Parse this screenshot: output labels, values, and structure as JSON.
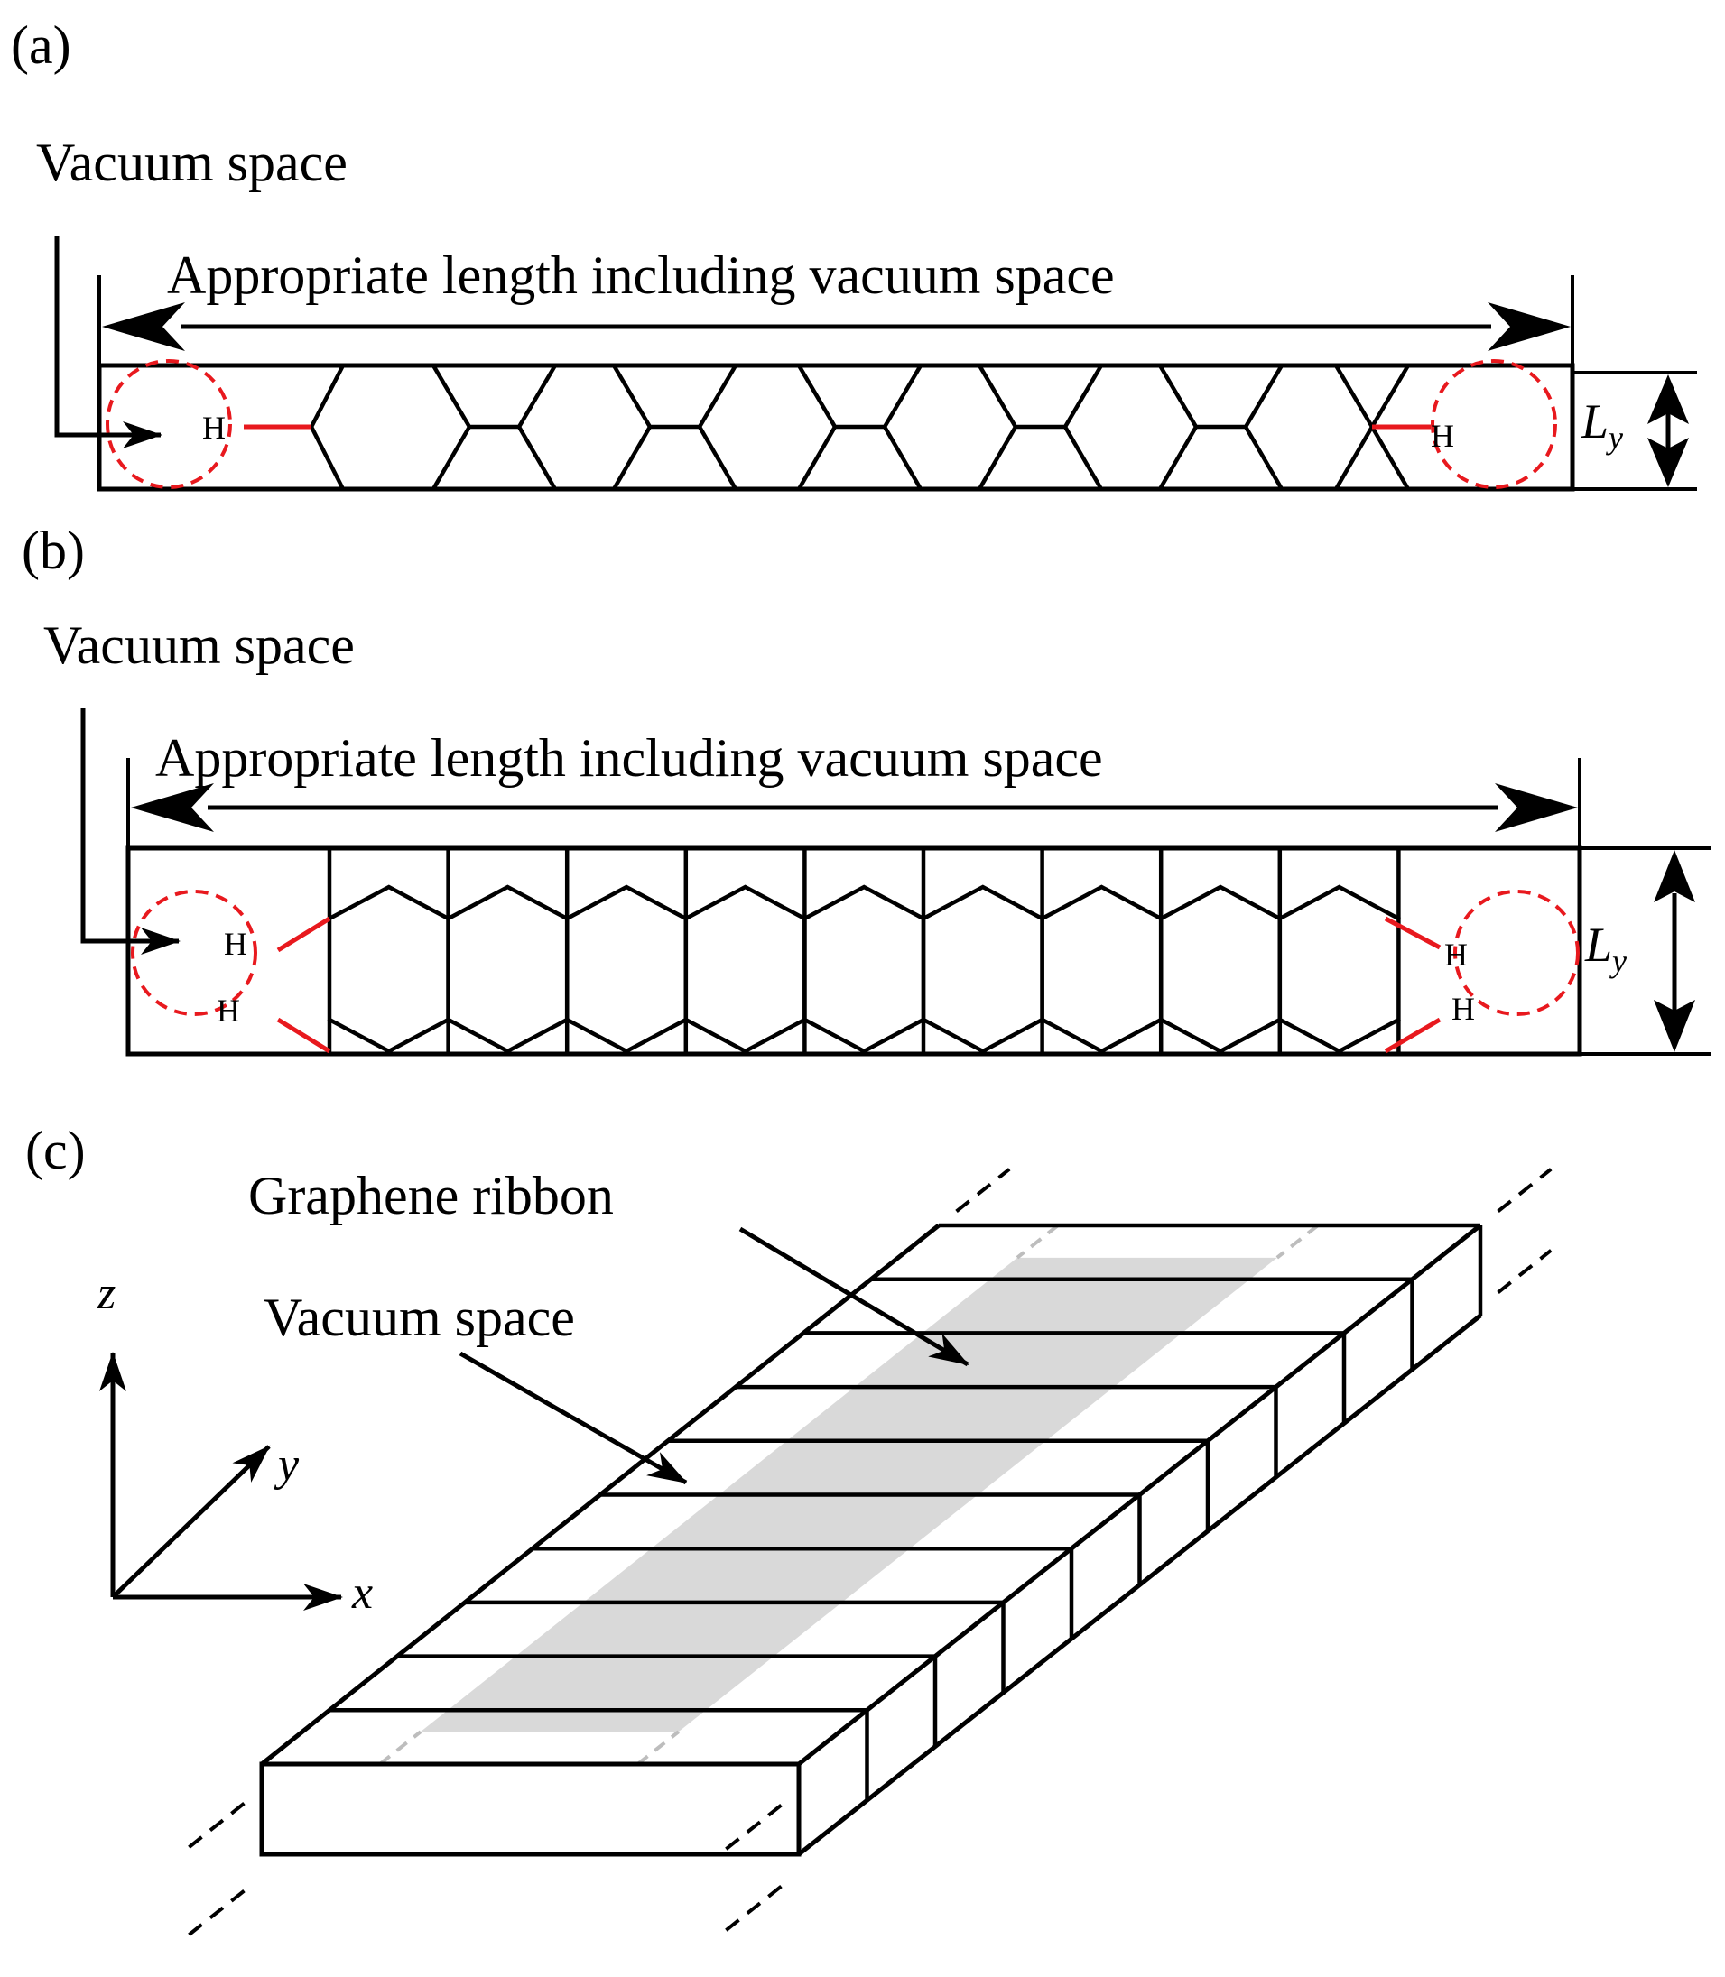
{
  "colors": {
    "line": "#000000",
    "bond_h": "#e8191e",
    "ribbon_fill": "#d9d9d9",
    "ribbon_edge": "#bdbdbd"
  },
  "panel_a": {
    "label": "(a)",
    "vacuum_label": "Vacuum space",
    "length_label": "Appropriate length including vacuum space",
    "h_left": "H",
    "h_right": "H",
    "ly_main": "L",
    "ly_sub": "y"
  },
  "panel_b": {
    "label": "(b)",
    "vacuum_label": "Vacuum space",
    "length_label": "Appropriate length including vacuum space",
    "h_left_top": "H",
    "h_left_bottom": "H",
    "h_right_top": "H",
    "h_right_bottom": "H",
    "ly_main": "L",
    "ly_sub": "y"
  },
  "panel_c": {
    "label": "(c)",
    "ribbon_label": "Graphene ribbon",
    "vacuum_label": "Vacuum space",
    "axis_z": "z",
    "axis_y": "y",
    "axis_x": "x"
  }
}
